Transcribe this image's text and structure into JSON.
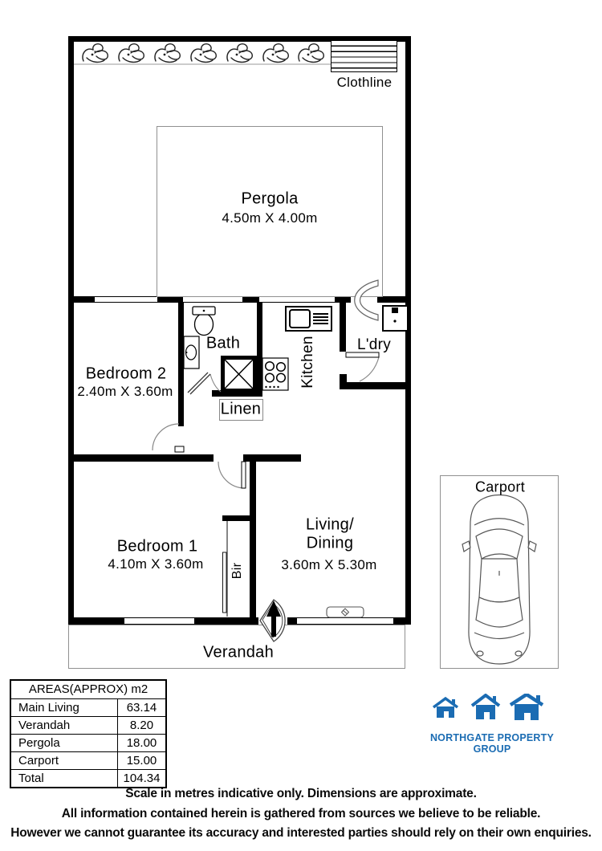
{
  "plan": {
    "clothline_label": "Clothline",
    "pergola": {
      "name": "Pergola",
      "dims": "4.50m X 4.00m"
    },
    "bedroom2": {
      "name": "Bedroom 2",
      "dims": "2.40m X 3.60m"
    },
    "bath": {
      "name": "Bath"
    },
    "linen": {
      "name": "Linen"
    },
    "kitchen": {
      "name": "Kitchen"
    },
    "laundry": {
      "name": "L'dry"
    },
    "bedroom1": {
      "name": "Bedroom 1",
      "dims": "4.10m X 3.60m"
    },
    "bir": {
      "name": "Bir"
    },
    "living": {
      "name_line1": "Living/",
      "name_line2": "Dining",
      "dims": "3.60m X 5.30m"
    },
    "verandah": {
      "name": "Verandah"
    },
    "carport": {
      "name": "Carport"
    }
  },
  "areas_table": {
    "header": "AREAS(APPROX) m2",
    "rows": [
      {
        "label": "Main Living",
        "value": "63.14"
      },
      {
        "label": "Verandah",
        "value": "8.20"
      },
      {
        "label": "Pergola",
        "value": "18.00"
      },
      {
        "label": "Carport",
        "value": "15.00"
      },
      {
        "label": "Total",
        "value": "104.34"
      }
    ]
  },
  "branding": {
    "company": "NORTHGATE PROPERTY GROUP",
    "brand_color": "#1b6cb3"
  },
  "disclaimer": {
    "line1": "Scale in metres indicative only. Dimensions are approximate.",
    "line2": "All information contained herein is gathered from sources we believe to be reliable.",
    "line3": "However we cannot guarantee its accuracy and interested parties should rely on their own enquiries."
  }
}
